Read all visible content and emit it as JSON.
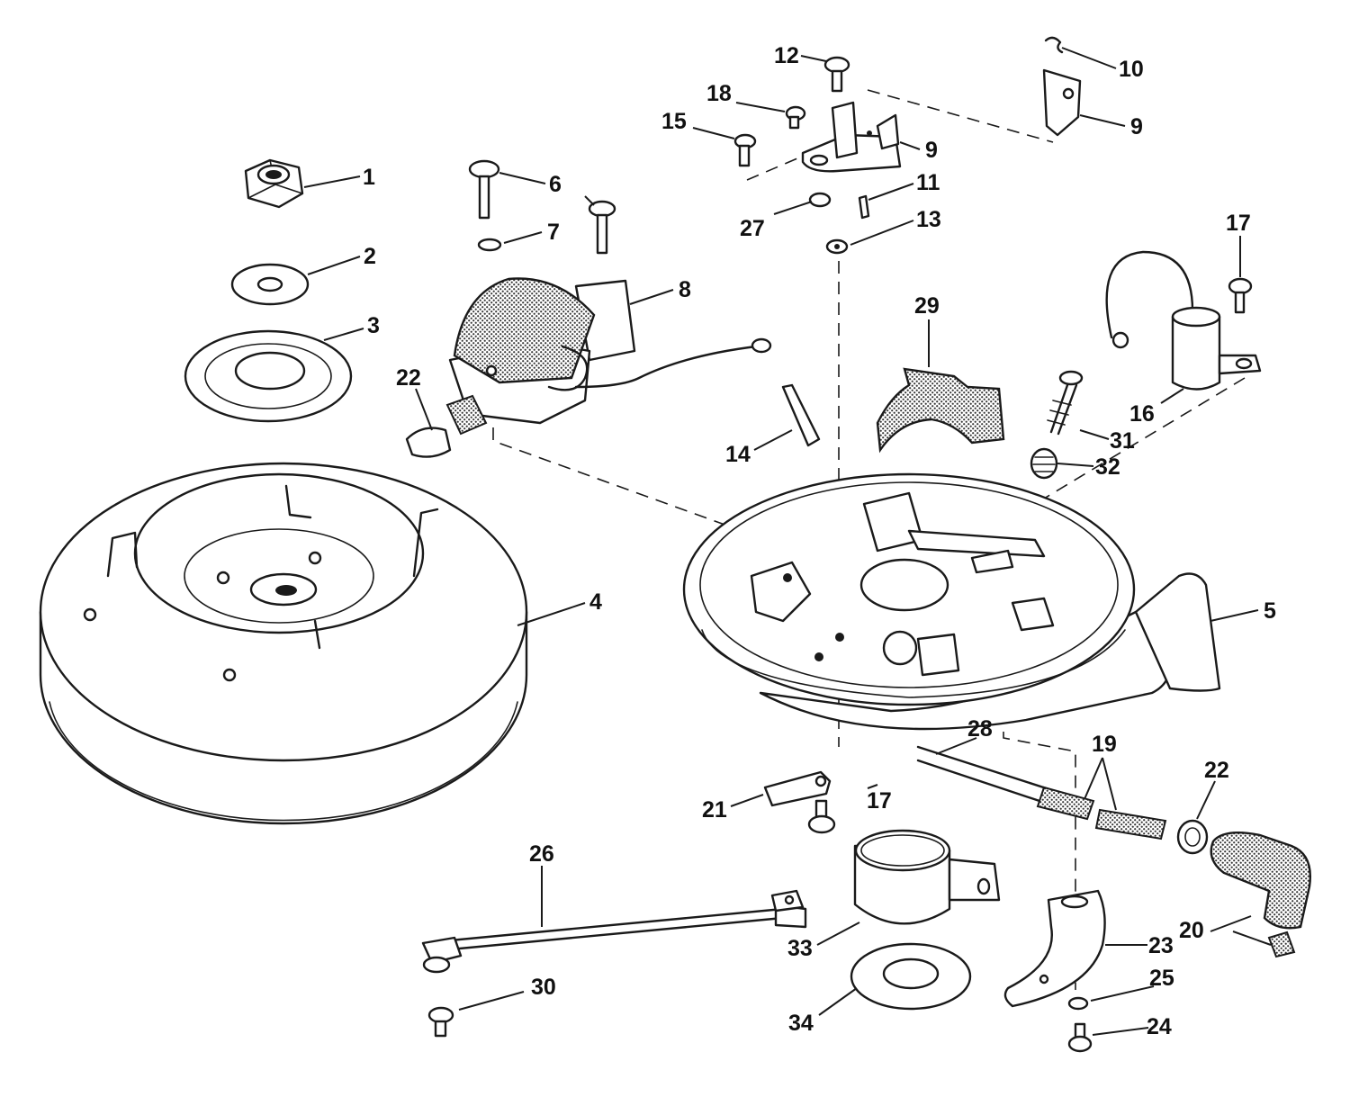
{
  "callouts": [
    {
      "id": "c1",
      "label": "1"
    },
    {
      "id": "c2",
      "label": "2"
    },
    {
      "id": "c3",
      "label": "3"
    },
    {
      "id": "c4",
      "label": "4"
    },
    {
      "id": "c5",
      "label": "5"
    },
    {
      "id": "c6",
      "label": "6"
    },
    {
      "id": "c7",
      "label": "7"
    },
    {
      "id": "c8",
      "label": "8"
    },
    {
      "id": "c9a",
      "label": "9"
    },
    {
      "id": "c9b",
      "label": "9"
    },
    {
      "id": "c10",
      "label": "10"
    },
    {
      "id": "c11",
      "label": "11"
    },
    {
      "id": "c12",
      "label": "12"
    },
    {
      "id": "c13",
      "label": "13"
    },
    {
      "id": "c14",
      "label": "14"
    },
    {
      "id": "c15",
      "label": "15"
    },
    {
      "id": "c16",
      "label": "16"
    },
    {
      "id": "c17a",
      "label": "17"
    },
    {
      "id": "c17b",
      "label": "17"
    },
    {
      "id": "c18",
      "label": "18"
    },
    {
      "id": "c19",
      "label": "19"
    },
    {
      "id": "c20",
      "label": "20"
    },
    {
      "id": "c21",
      "label": "21"
    },
    {
      "id": "c22a",
      "label": "22"
    },
    {
      "id": "c22b",
      "label": "22"
    },
    {
      "id": "c23",
      "label": "23"
    },
    {
      "id": "c24",
      "label": "24"
    },
    {
      "id": "c25",
      "label": "25"
    },
    {
      "id": "c26",
      "label": "26"
    },
    {
      "id": "c27",
      "label": "27"
    },
    {
      "id": "c28",
      "label": "28"
    },
    {
      "id": "c29",
      "label": "29"
    },
    {
      "id": "c30",
      "label": "30"
    },
    {
      "id": "c31",
      "label": "31"
    },
    {
      "id": "c32",
      "label": "32"
    },
    {
      "id": "c33",
      "label": "33"
    },
    {
      "id": "c34",
      "label": "34"
    }
  ],
  "colors": {
    "ink": "#1a1a1a",
    "background": "#ffffff"
  }
}
